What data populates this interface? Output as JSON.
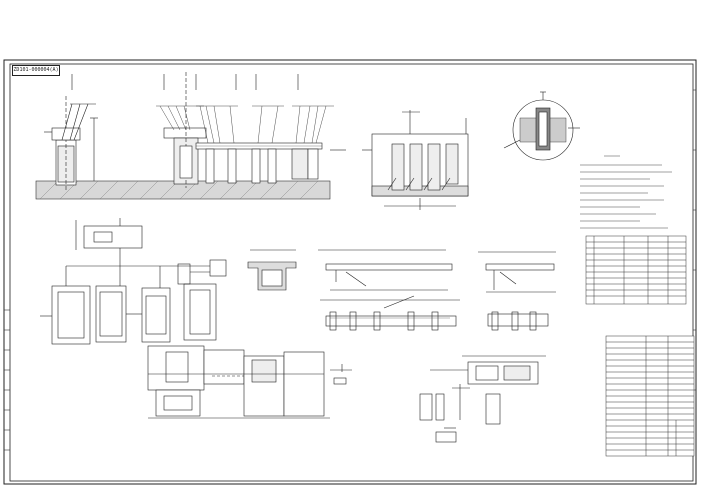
{
  "sheet": {
    "drawing_id": "ZD101-000004(A)",
    "frame_color": "#222222"
  },
  "tech_notes": {
    "line_count": 10
  },
  "parts_table": {
    "row_count": 11
  },
  "title_block": {
    "row_count": 20
  }
}
